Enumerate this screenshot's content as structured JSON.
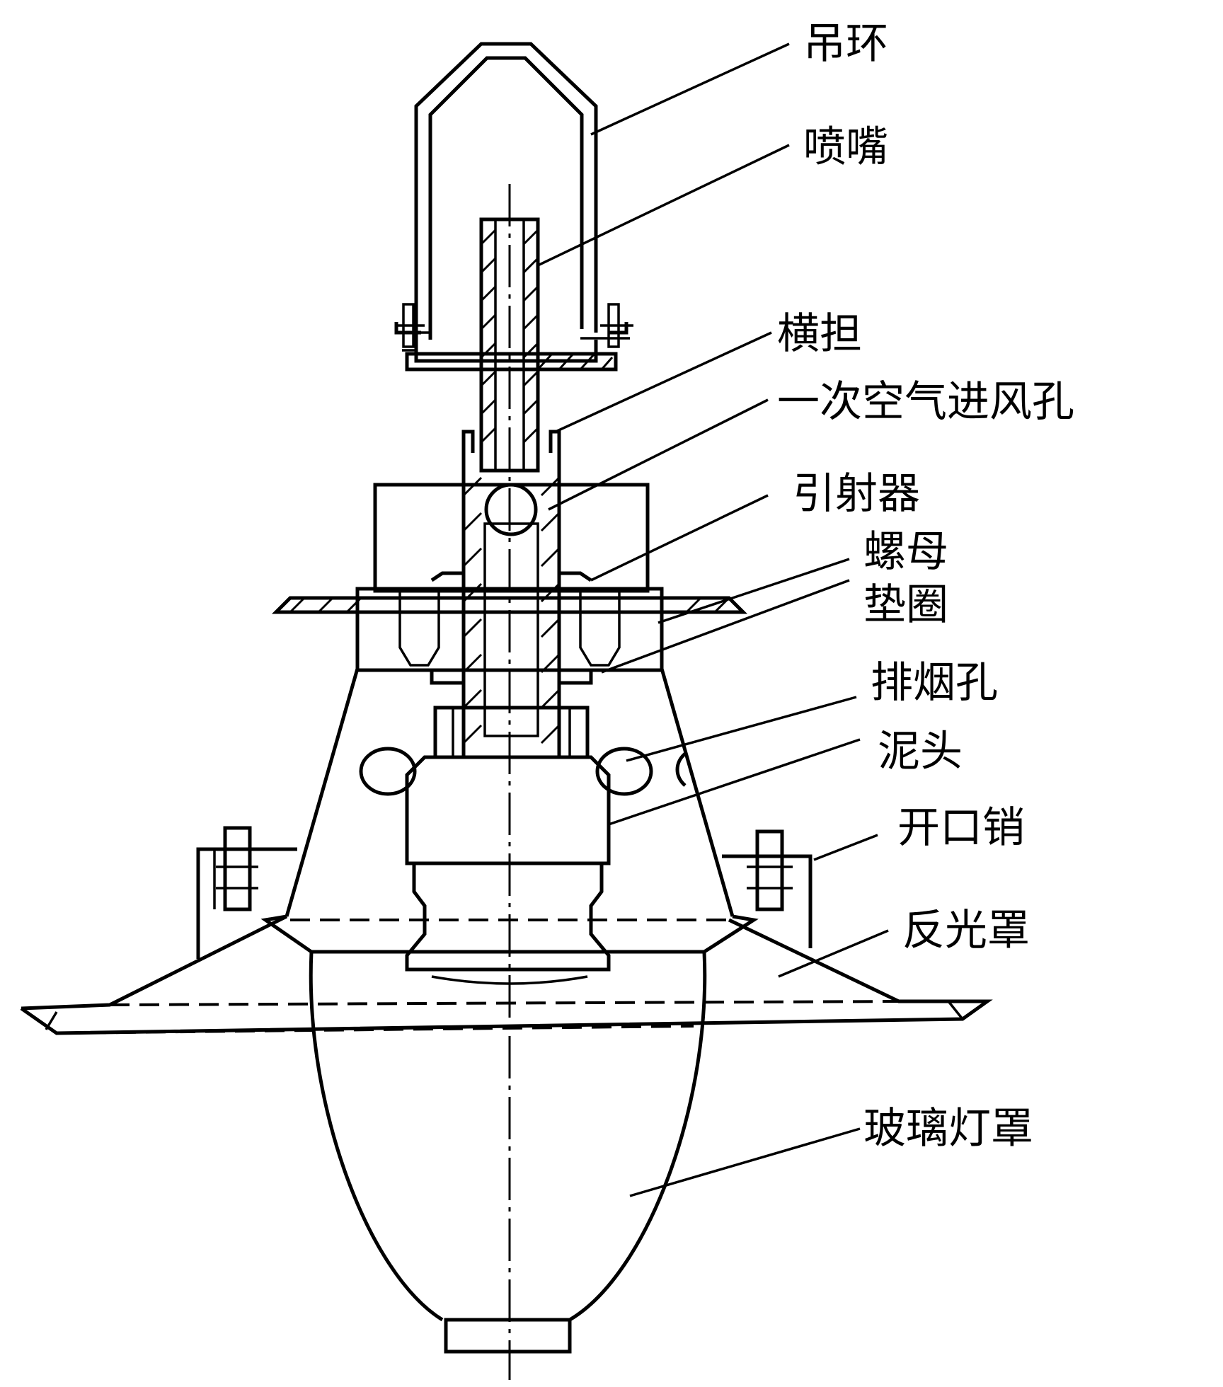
{
  "labels": {
    "diao_huan": "吊环",
    "pen_zui": "喷嘴",
    "heng_dan": "横担",
    "air_inlet": "一次空气进风孔",
    "yin_she_qi": "引射器",
    "luo_mu": "螺母",
    "dian_quan": "垫圈",
    "pai_yan_kong": "排烟孔",
    "ni_tou": "泥头",
    "kai_kou_xiao": "开口销",
    "fan_guang_zhao": "反光罩",
    "glass_cover": "玻璃灯罩"
  },
  "colors": {
    "ink": "#000000",
    "paper": "#ffffff"
  }
}
